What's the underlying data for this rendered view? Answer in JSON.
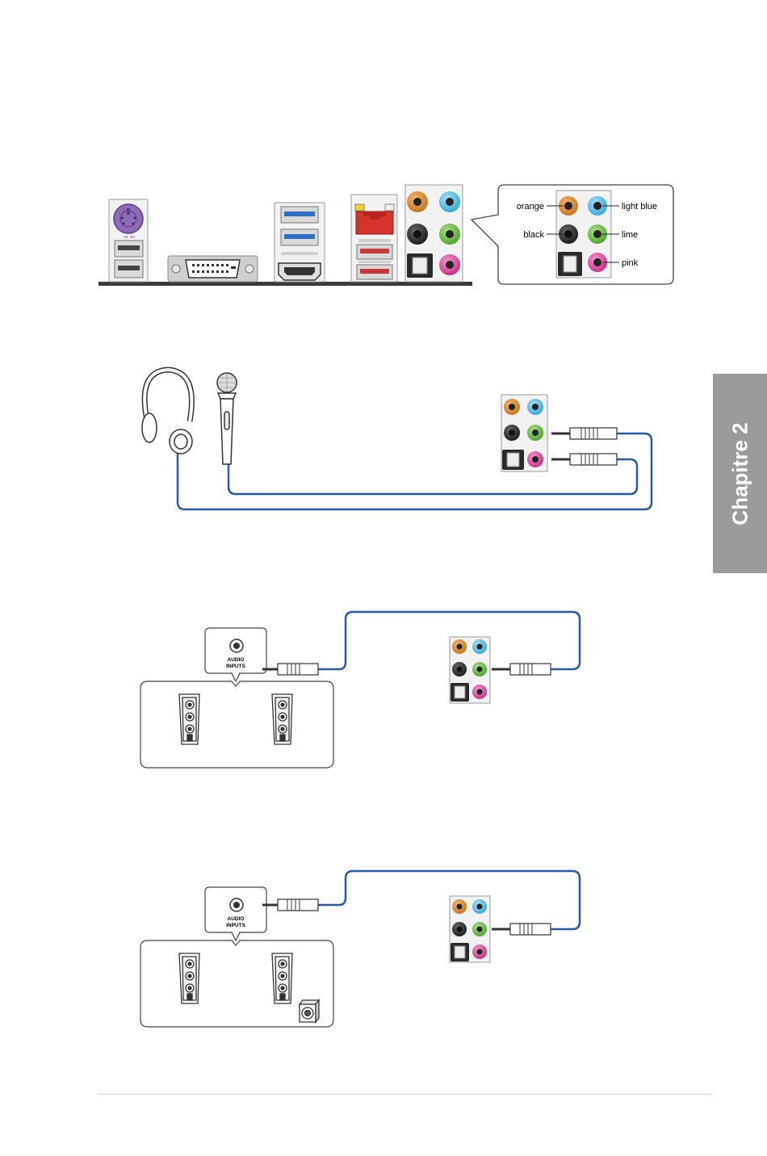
{
  "chapter_tab": {
    "label": "Chapitre 2"
  },
  "legend": {
    "orange": "orange",
    "light_blue": "light blue",
    "black": "black",
    "lime": "lime",
    "pink": "pink"
  },
  "speakers": {
    "audio_inputs_line1": "AUDIO",
    "audio_inputs_line2": "INPUTS"
  },
  "colors": {
    "orange_jack": "#d9892b",
    "light_blue_jack": "#5bc2ea",
    "black_jack": "#2b2b2b",
    "lime_jack": "#6cc04a",
    "pink_jack": "#e0489e",
    "cable": "#2a5aa6",
    "chapter_tab_bg": "#9b9b9b",
    "ps2_port": "#8e6bb8",
    "lan_port": "#d8322c",
    "usb3_tongue": "#2f6fc4"
  }
}
